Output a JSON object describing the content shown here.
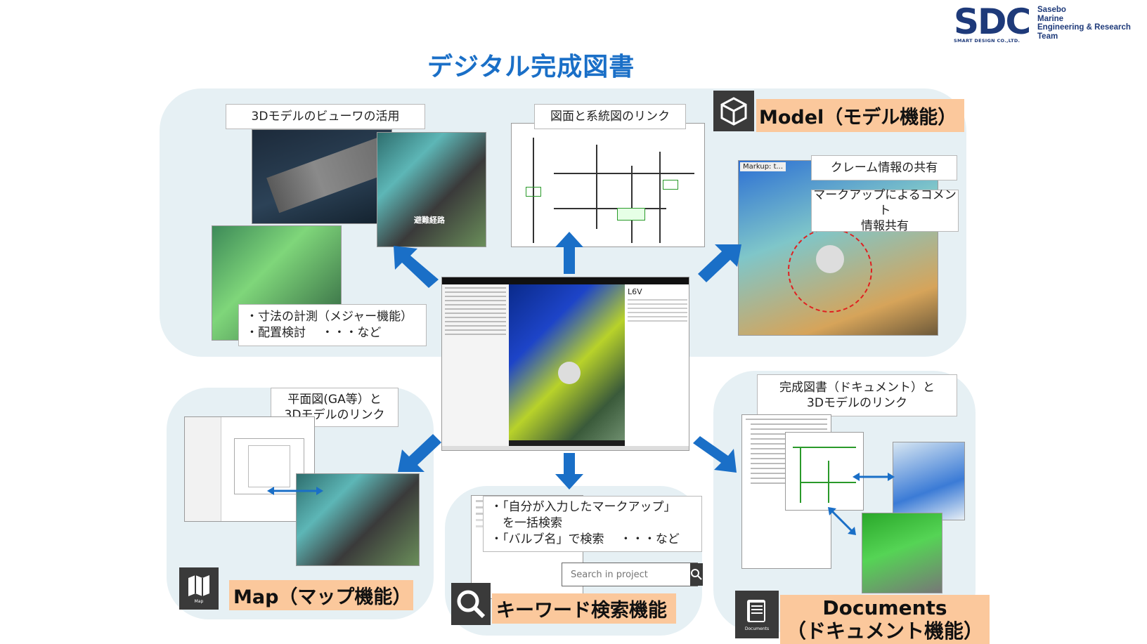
{
  "logo": {
    "mark": "SDC",
    "subtext": "SMART DESIGN CO.,LTD.",
    "company_lines": [
      "Sasebo",
      "Marine",
      "Engineering & Research",
      "Team"
    ]
  },
  "title": "デジタル完成図書",
  "model": {
    "title": "Model（モデル機能）",
    "viewer_label": "3Dモデルのビューワの活用",
    "bullets": [
      "・寸法の計測（メジャー機能）",
      "・配置検討　 ・・・など"
    ],
    "drawing_label": "図面と系統図のリンク",
    "claim_label": "クレーム情報の共有",
    "markup_label_line1": "マークアップによるコメント",
    "markup_label_line2": "情報共有",
    "overlay_text": "避難経路",
    "markup_window_title": "Markup: t..."
  },
  "map": {
    "title": "Map（マップ機能）",
    "label_line1": "平面図(GA等）と",
    "label_line2": "3Dモデルのリンク",
    "icon_caption": "Map"
  },
  "search": {
    "title": "キーワード検索機能",
    "bullets": [
      "・「自分が入力したマークアップ」",
      "　を一括検索",
      "・「バルブ名」で検索　 ・・・など"
    ],
    "placeholder": "Search in project"
  },
  "documents": {
    "title_line1": "Documents",
    "title_line2": "（ドキュメント機能）",
    "label_line1": "完成図書（ドキュメント）と",
    "label_line2": "3Dモデルのリンク",
    "icon_caption": "Documents"
  },
  "viewer": {
    "object_name": "L6V"
  }
}
